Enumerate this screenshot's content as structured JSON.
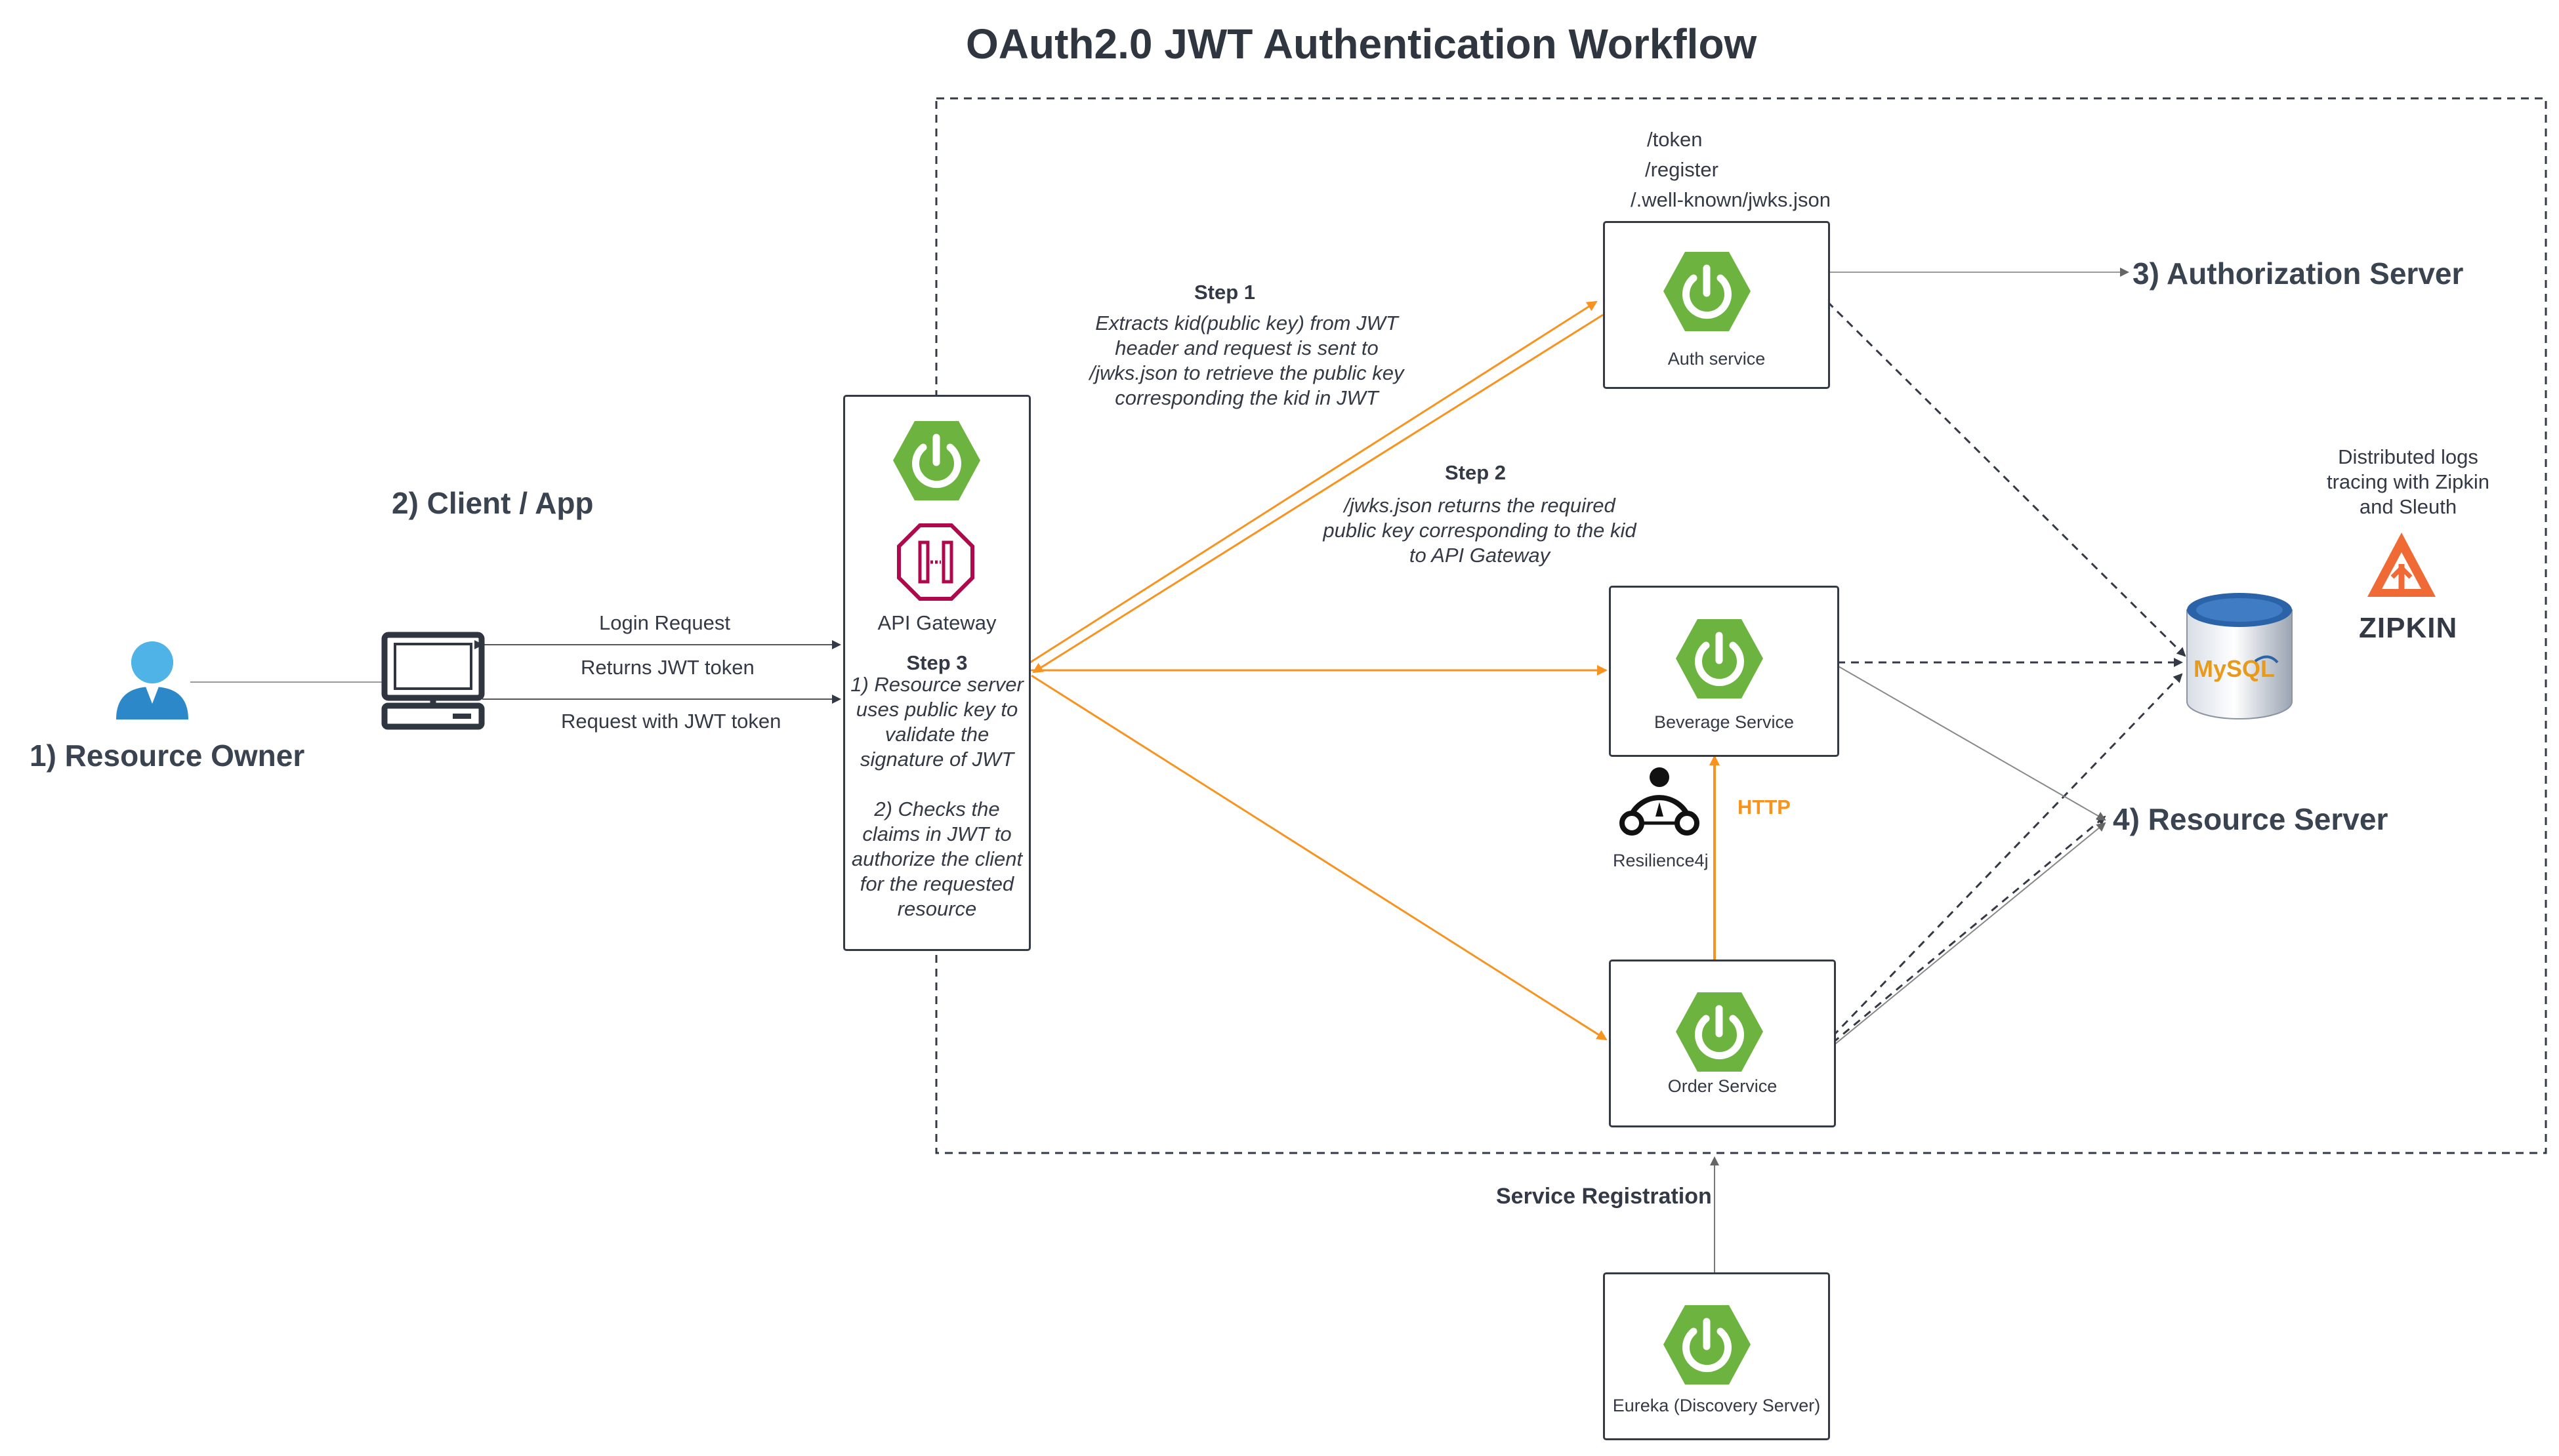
{
  "title": "OAuth2.0 JWT Authentication Workflow",
  "actors": {
    "resource_owner": "1) Resource Owner",
    "client_app": "2) Client / App",
    "authorization_server": "3) Authorization Server",
    "resource_server": "4) Resource Server"
  },
  "client_links": {
    "login_request": "Login Request",
    "returns_token": "Returns JWT token",
    "request_with_token": "Request with JWT token"
  },
  "gateway": {
    "label": "API Gateway",
    "step3_title": "Step 3",
    "step3_text": "1) Resource server uses public key to validate the signature of JWT\n\n2)  Checks the claims in JWT to authorize the client for the requested resource"
  },
  "steps": {
    "step1_title": "Step 1",
    "step1_text": "Extracts kid(public key) from JWT header and request is sent to /jwks.json to retrieve the public key corresponding the kid in JWT",
    "step2_title": "Step 2",
    "step2_text": "/jwks.json returns the required public key corresponding to the kid to API Gateway"
  },
  "auth_service": {
    "label": "Auth service",
    "endpoints": [
      "/token",
      "/register",
      "/.well-known/jwks.json"
    ]
  },
  "services": {
    "beverage": "Beverage Service",
    "order": "Order Service",
    "eureka": "Eureka (Discovery Server)",
    "resilience": "Resilience4j",
    "http": "HTTP",
    "service_registration": "Service Registration"
  },
  "logging": {
    "text": "Distributed logs tracing with Zipkin and Sleuth",
    "zipkin": "ZIPKIN",
    "mysql": "MySQL"
  },
  "colors": {
    "spring_green": "#6db33f",
    "orange_flow": "#f7931e",
    "gateway_magenta": "#b0084d",
    "user_blue": "#3aa0dd",
    "mysql_blue": "#2a63a8",
    "zipkin_orange": "#f06a35",
    "text_dark": "#333a45"
  },
  "icons": [
    "user-icon",
    "computer-icon",
    "spring-power-icon",
    "api-gateway-icon",
    "resilience4j-icon",
    "mysql-database-icon",
    "zipkin-logo-icon"
  ]
}
